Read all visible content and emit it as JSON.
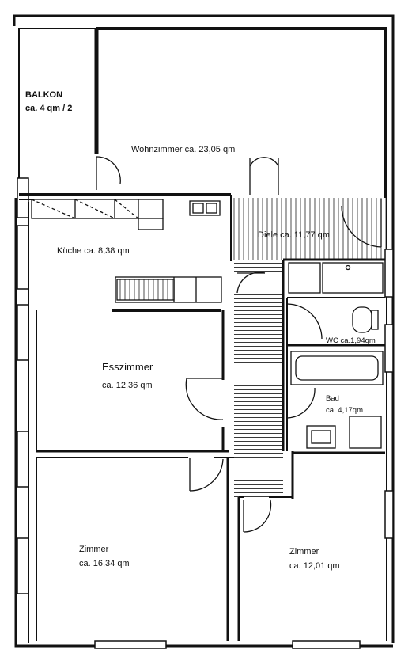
{
  "rooms": {
    "balkon": {
      "name": "BALKON",
      "area": "ca. 4 qm / 2"
    },
    "wohnzimmer": {
      "label": "Wohnzimmer ca. 23,05 qm"
    },
    "diele": {
      "label": "Diele ca. 11,77 qm"
    },
    "kueche": {
      "label": "Küche ca. 8,38 qm"
    },
    "wc": {
      "label": "WC ca.1,94qm"
    },
    "esszimmer": {
      "name": "Esszimmer",
      "area": "ca. 12,36 qm"
    },
    "bad": {
      "name": "Bad",
      "area": "ca. 4,17qm"
    },
    "zimmer_links": {
      "name": "Zimmer",
      "area": "ca. 16,34 qm"
    },
    "zimmer_rechts": {
      "name": "Zimmer",
      "area": "ca. 12,01 qm"
    }
  }
}
